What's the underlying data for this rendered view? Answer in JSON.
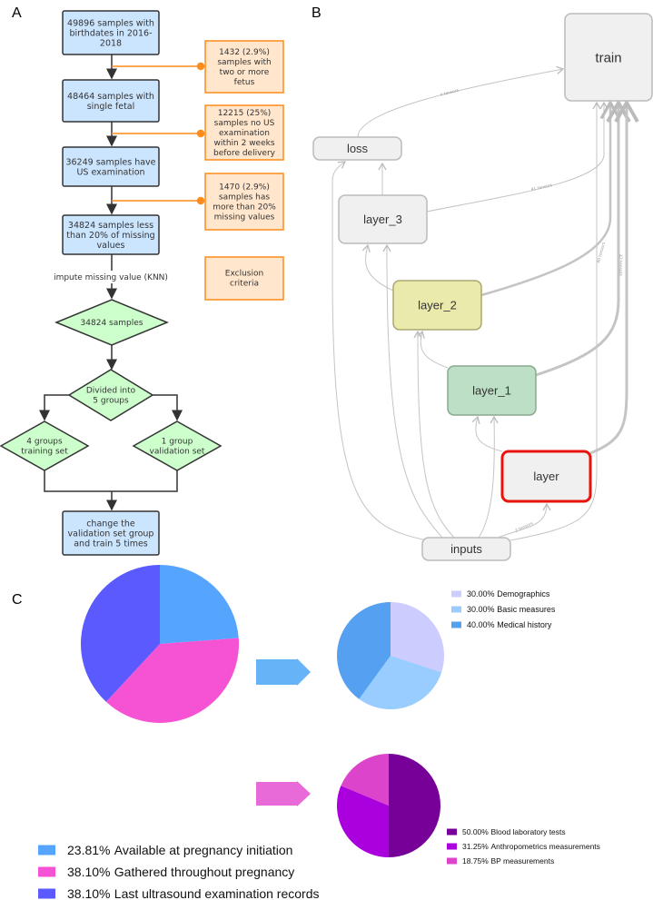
{
  "panels": {
    "a": "A",
    "b": "B",
    "c": "C"
  },
  "flowchart": {
    "main_boxes": [
      [
        "49896 samples with",
        "birthdates in 2016-",
        "2018"
      ],
      [
        "48464 samples with",
        "single fetal"
      ],
      [
        "36249 samples have",
        "US examination"
      ],
      [
        "34824 samples less",
        "than 20% of missing",
        "values"
      ]
    ],
    "exclusions": [
      [
        "1432 (2.9%)",
        "samples with",
        "two or more",
        "fetus"
      ],
      [
        "12215 (25%)",
        "samples no US",
        "examination",
        "within 2 weeks",
        "before delivery"
      ],
      [
        "1470 (2.9%)",
        "samples has",
        "more than 20%",
        "missing values"
      ]
    ],
    "exclusion_legend": [
      "Exclusion",
      "criteria"
    ],
    "impute_label": "impute missing value (KNN)",
    "diamonds": {
      "samples": [
        "34824 samples"
      ],
      "divide": [
        "Divided into",
        "5 groups"
      ],
      "train": [
        "4 groups",
        "training set"
      ],
      "valid": [
        "1 group",
        "validation set"
      ]
    },
    "final_box": [
      "change the",
      "validation set group",
      "and train 5 times"
    ],
    "colors": {
      "main": "#cce5ff",
      "exclusion": "#ffe6cc",
      "exclusion_border": "#ff8c1a",
      "diamond": "#ccffcc"
    }
  },
  "graph": {
    "nodes": {
      "train": "train",
      "loss": "loss",
      "layer_3": "layer_3",
      "layer_2": "layer_2",
      "layer_1": "layer_1",
      "layer": "layer",
      "inputs": "inputs"
    },
    "edge_labels": {
      "loss_train": "4 tensors",
      "l3_train": "41 tensors",
      "inputs_layer": "2 tensors",
      "l2_train": "40 tensors",
      "l1_train": "42 tensors"
    },
    "colors": {
      "layer_2": "#eaeaac",
      "layer_1": "#bcdfc5",
      "selected_border": "#e8140c",
      "default": "#f0f0f0"
    }
  },
  "chart_data": [
    {
      "type": "pie",
      "start": "top",
      "direction": "clockwise",
      "series": [
        {
          "label": "Available at pregnancy initiation",
          "value": 23.81,
          "pct": "23.81%",
          "color": "#55a5ff"
        },
        {
          "label": "Gathered throughout pregnancy",
          "value": 38.1,
          "pct": "38.10%",
          "color": "#f552d4"
        },
        {
          "label": "Last ultrasound examination records",
          "value": 38.1,
          "pct": "38.10%",
          "color": "#5a5aff"
        }
      ]
    },
    {
      "type": "pie",
      "start": "top",
      "direction": "clockwise",
      "series": [
        {
          "label": "Demographics",
          "value": 30.0,
          "pct": "30.00%",
          "color": "#ccccff"
        },
        {
          "label": "Basic measures",
          "value": 30.0,
          "pct": "30.00%",
          "color": "#99ccff"
        },
        {
          "label": "Medical history",
          "value": 40.0,
          "pct": "40.00%",
          "color": "#55a0f0"
        }
      ]
    },
    {
      "type": "pie",
      "start": "top",
      "direction": "clockwise",
      "series": [
        {
          "label": "Blood laboratory tests",
          "value": 50.0,
          "pct": "50.00%",
          "color": "#770099"
        },
        {
          "label": "Anthropometrics measurements",
          "value": 31.25,
          "pct": "31.25%",
          "color": "#aa00dd"
        },
        {
          "label": "BP measurements",
          "value": 18.75,
          "pct": "18.75%",
          "color": "#dd44cc"
        }
      ]
    }
  ],
  "arrows": {
    "top_color": "#66b3f7",
    "bottom_color": "#e86ad8"
  }
}
